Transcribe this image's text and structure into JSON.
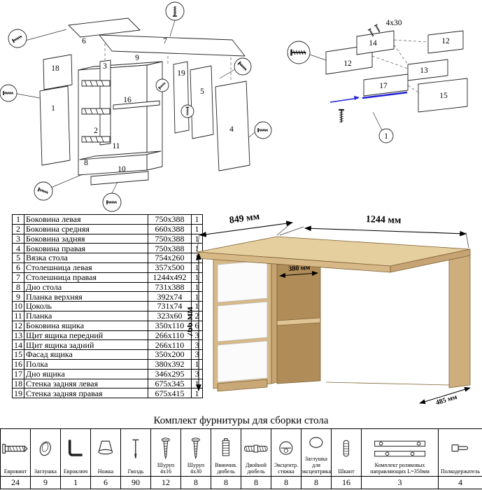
{
  "parts_table": {
    "rows": [
      [
        "1",
        "Боковина левая",
        "750x388",
        "1"
      ],
      [
        "2",
        "Боковина средняя",
        "660x388",
        "1"
      ],
      [
        "3",
        "Боковина задняя",
        "750x388",
        "1"
      ],
      [
        "4",
        "Боковина правая",
        "750x388",
        "1"
      ],
      [
        "5",
        "Вязка стола",
        "754x260",
        "1"
      ],
      [
        "6",
        "Столешница левая",
        "357x500",
        "1"
      ],
      [
        "7",
        "Столешница правая",
        "1244x492",
        "1"
      ],
      [
        "8",
        "Дно стола",
        "731x388",
        "1"
      ],
      [
        "9",
        "Планка верхняя",
        "392x74",
        "1"
      ],
      [
        "10",
        "Цоколь",
        "731x74",
        "1"
      ],
      [
        "11",
        "Планка",
        "323x60",
        "2"
      ],
      [
        "12",
        "Боковина ящика",
        "350x110",
        "6"
      ],
      [
        "13",
        "Щит ящика передний",
        "266x110",
        "3"
      ],
      [
        "14",
        "Щит ящика задний",
        "266x110",
        "3"
      ],
      [
        "15",
        "Фасад ящика",
        "350x200",
        "3"
      ],
      [
        "16",
        "Полка",
        "380x392",
        "1"
      ],
      [
        "17",
        "Дно ящика",
        "346x295",
        "3"
      ],
      [
        "18",
        "Стенка задняя левая",
        "675x345",
        "1"
      ],
      [
        "19",
        "Стенка задняя правая",
        "675x415",
        "1"
      ]
    ]
  },
  "diagram_labels": {
    "main": [
      "18",
      "1",
      "6",
      "7",
      "3",
      "9",
      "16",
      "2",
      "11",
      "8",
      "10",
      "19",
      "5",
      "4"
    ],
    "detail": [
      "14",
      "12",
      "12",
      "13",
      "17",
      "15",
      "4x30",
      "1"
    ]
  },
  "dimensions": {
    "left_width": "849 мм",
    "right_width": "1244 мм",
    "height": "766 мм",
    "shelf_depth": "380 мм",
    "desk_depth": "485 мм"
  },
  "hardware": {
    "title": "Комплект фурнитуры для сборки стола",
    "items": [
      {
        "icon": "confirmat-screw-icon",
        "name": "Евровинт",
        "qty": "24"
      },
      {
        "icon": "cap-icon",
        "name": "Заглушка",
        "qty": "9"
      },
      {
        "icon": "hex-key-icon",
        "name": "Евроключ",
        "qty": "1"
      },
      {
        "icon": "leg-icon",
        "name": "Ножка",
        "qty": "6"
      },
      {
        "icon": "nail-icon",
        "name": "Гвоздь",
        "qty": "90"
      },
      {
        "icon": "screw-icon",
        "name": "Шуруп 4x16",
        "qty": "12"
      },
      {
        "icon": "screw-icon",
        "name": "Шуруп 4x30",
        "qty": "8"
      },
      {
        "icon": "screwin-dowel-icon",
        "name": "Ввинчив. дюбель",
        "qty": "8"
      },
      {
        "icon": "double-dowel-icon",
        "name": "Двойной дюбель",
        "qty": "8"
      },
      {
        "icon": "cam-lock-icon",
        "name": "Эксцентр. стяжка",
        "qty": "8"
      },
      {
        "icon": "cam-cover-icon",
        "name": "Заглушка для эксцентрика",
        "qty": "8"
      },
      {
        "icon": "wood-dowel-icon",
        "name": "Шкант",
        "qty": "16"
      },
      {
        "icon": "drawer-slides-icon",
        "name": "Комплект роликовых направляющих L=350мм",
        "qty": "3"
      },
      {
        "icon": "shelf-support-icon",
        "name": "Полкодержатель",
        "qty": "4"
      }
    ]
  }
}
